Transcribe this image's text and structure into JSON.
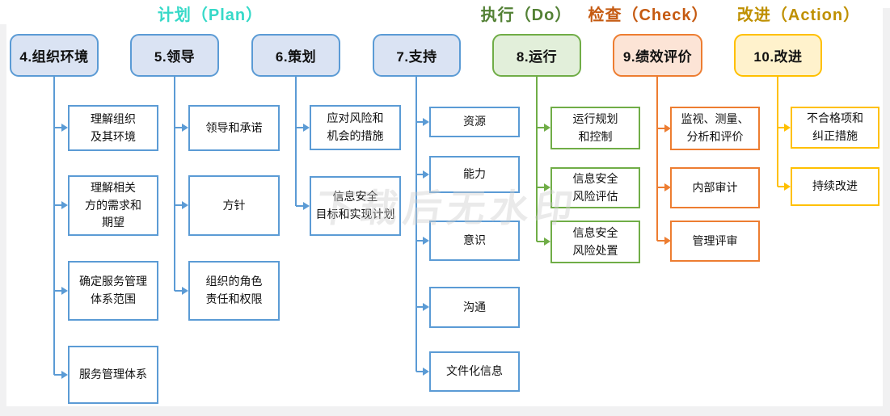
{
  "watermark": "下载后无水印",
  "phases": [
    {
      "label": "计划（Plan）",
      "color": "#36D9C8"
    },
    {
      "label": "执行（Do）",
      "color": "#538135"
    },
    {
      "label": "检查（Check）",
      "color": "#C55A11"
    },
    {
      "label": "改进（Action）",
      "color": "#BF9000"
    }
  ],
  "columns": [
    {
      "header": "4.组织环境",
      "theme": {
        "border": "#5B9BD5",
        "fill": "#DAE3F3"
      },
      "items": [
        "理解组织\n及其环境",
        "理解相关\n方的需求和\n期望",
        "确定服务管理\n体系范围",
        "服务管理体系"
      ]
    },
    {
      "header": "5.领导",
      "theme": {
        "border": "#5B9BD5",
        "fill": "#DAE3F3"
      },
      "items": [
        "领导和承诺",
        "方针",
        "组织的角色\n责任和权限"
      ]
    },
    {
      "header": "6.策划",
      "theme": {
        "border": "#5B9BD5",
        "fill": "#DAE3F3"
      },
      "items": [
        "应对风险和\n机会的措施",
        "信息安全\n目标和实现计划"
      ]
    },
    {
      "header": "7.支持",
      "theme": {
        "border": "#5B9BD5",
        "fill": "#DAE3F3"
      },
      "items": [
        "资源",
        "能力",
        "意识",
        "沟通",
        "文件化信息"
      ]
    },
    {
      "header": "8.运行",
      "theme": {
        "border": "#70AD47",
        "fill": "#E2EFDA"
      },
      "items": [
        "运行规划\n和控制",
        "信息安全\n风险评估",
        "信息安全\n风险处置"
      ]
    },
    {
      "header": "9.绩效评价",
      "theme": {
        "border": "#ED7D31",
        "fill": "#FCE4D6"
      },
      "items": [
        "监视、测量、\n分析和评价",
        "内部审计",
        "管理评审"
      ]
    },
    {
      "header": "10.改进",
      "theme": {
        "border": "#FFC000",
        "fill": "#FFF2CC"
      },
      "items": [
        "不合格项和\n纠正措施",
        "持续改进"
      ]
    }
  ]
}
